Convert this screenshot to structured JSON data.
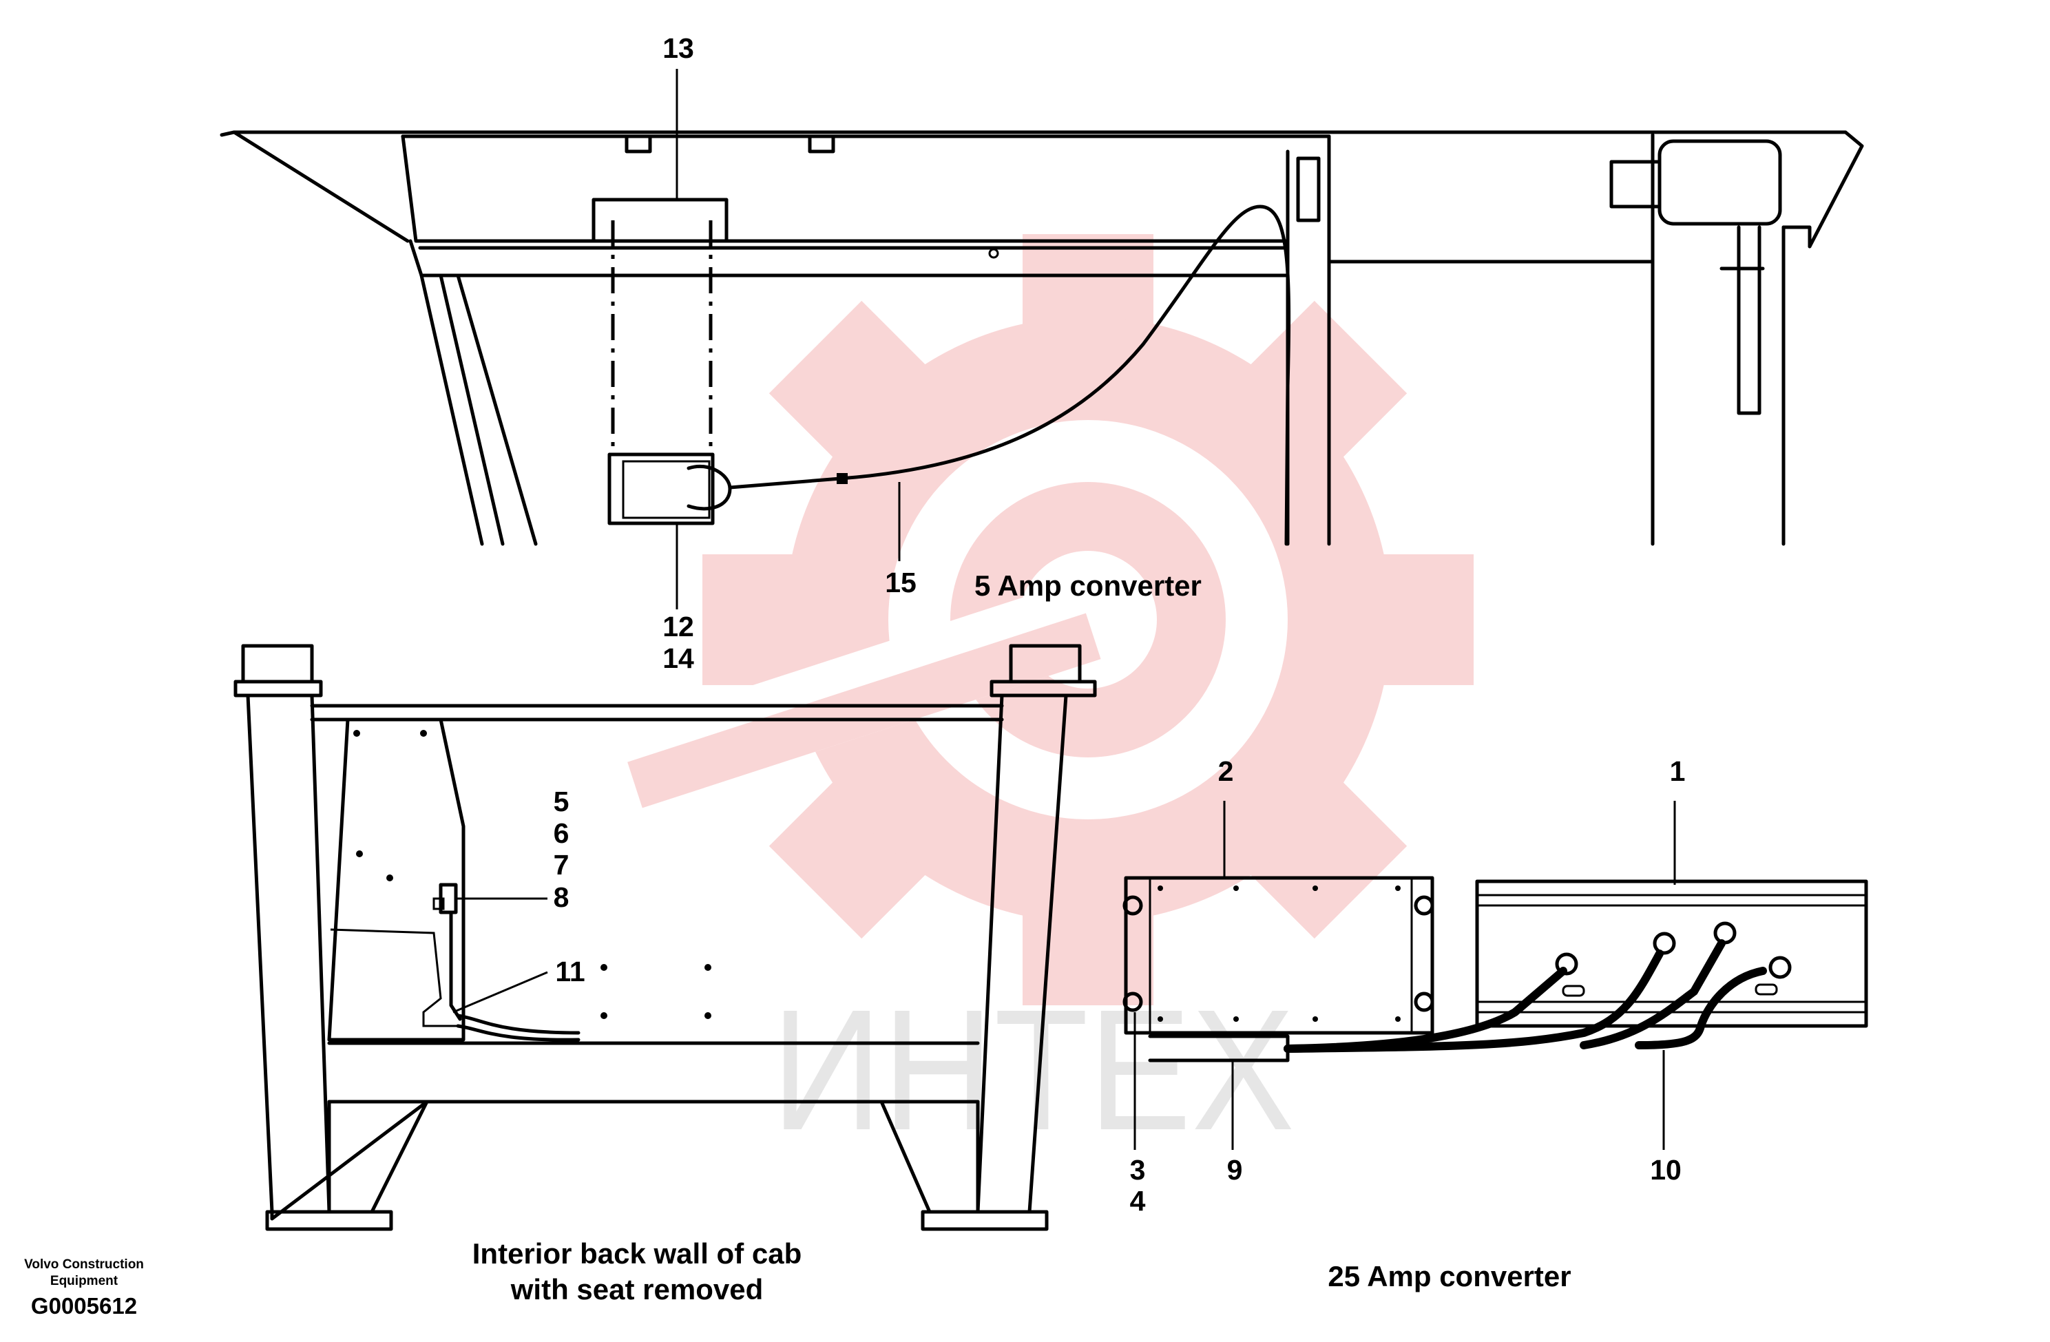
{
  "callouts": {
    "c1": "1",
    "c2": "2",
    "c3": "3",
    "c4": "4",
    "c5": "5",
    "c6": "6",
    "c7": "7",
    "c8": "8",
    "c9": "9",
    "c10": "10",
    "c11": "11",
    "c12": "12",
    "c13": "13",
    "c14": "14",
    "c15": "15"
  },
  "captions": {
    "five_amp": "5 Amp converter",
    "back_wall_line1": "Interior back wall of cab",
    "back_wall_line2": "with seat removed",
    "twentyfive_amp": "25 Amp converter"
  },
  "footer": {
    "company_line1": "Volvo Construction",
    "company_line2": "Equipment",
    "drawing_code": "G0005612"
  },
  "watermark": {
    "text": "ИНТЕХ",
    "color": "#f4b4b4"
  }
}
